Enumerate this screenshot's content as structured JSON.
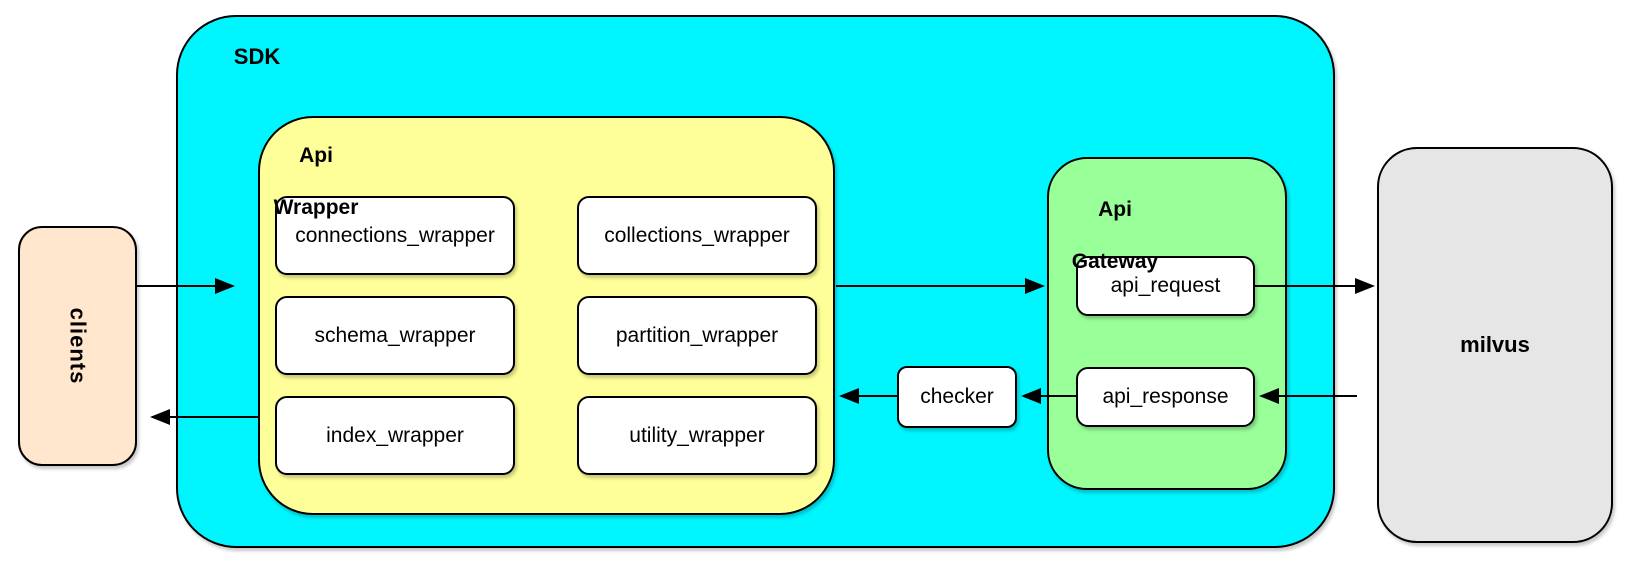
{
  "diagram": {
    "colors": {
      "sdk_fill": "#00f6ff",
      "wrapper_fill": "#ffff99",
      "gateway_fill": "#99ff99",
      "clients_fill": "#ffe6cc",
      "milvus_fill": "#e6e6e6",
      "node_fill": "#ffffff",
      "border": "#000000"
    },
    "nodes": {
      "clients": {
        "label": "clients"
      },
      "sdk": {
        "label": "SDK"
      },
      "api_wrapper": {
        "line1": "Api",
        "line2": "Wrapper"
      },
      "api_gateway": {
        "line1": "Api",
        "line2": "Gateway"
      },
      "milvus": {
        "label": "milvus"
      },
      "checker": {
        "label": "checker"
      }
    },
    "wrapper_modules": [
      "connections_wrapper",
      "collections_wrapper",
      "schema_wrapper",
      "partition_wrapper",
      "index_wrapper",
      "utility_wrapper"
    ],
    "gateway_modules": [
      "api_request",
      "api_response"
    ],
    "edges": [
      {
        "from": "clients",
        "to": "api_wrapper",
        "direction": "right"
      },
      {
        "from": "api_wrapper",
        "to": "api_gateway",
        "direction": "right"
      },
      {
        "from": "api_request",
        "to": "milvus",
        "direction": "right"
      },
      {
        "from": "milvus",
        "to": "api_response",
        "direction": "left"
      },
      {
        "from": "api_response",
        "to": "checker",
        "direction": "left"
      },
      {
        "from": "checker",
        "to": "api_wrapper",
        "direction": "left"
      },
      {
        "from": "sdk",
        "to": "clients",
        "direction": "left"
      }
    ]
  }
}
